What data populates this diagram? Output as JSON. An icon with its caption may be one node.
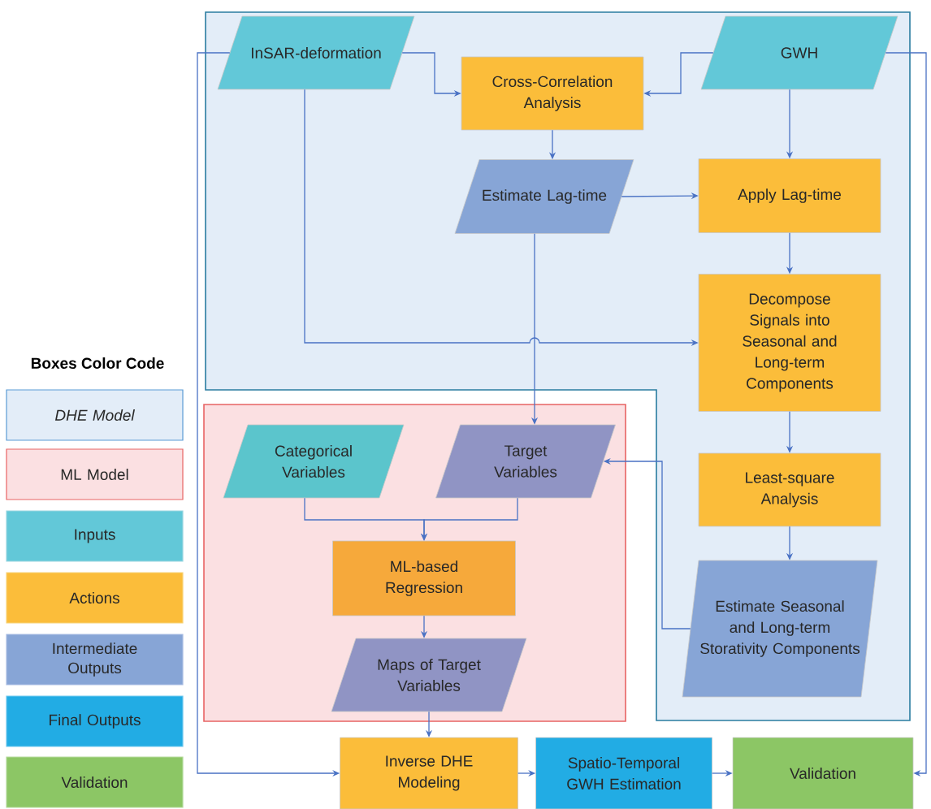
{
  "diagram": {
    "nodes": [
      {
        "text": [],
        "shape": "box"
      },
      {
        "text": [],
        "shape": "box"
      },
      {
        "text": [
          "InSAR-deformation"
        ],
        "in": 0
      },
      {
        "text": [
          "GWH"
        ],
        "in": 0
      },
      {
        "text": [
          "Cross-Correlation Analysis"
        ],
        "in": 0
      },
      {
        "text": [
          "Estimate Lag-time"
        ],
        "in": 0
      },
      {
        "text": [
          "Apply Lag-time"
        ],
        "in": 0
      },
      {
        "text": [
          "Decompose Signals into Seasonal and Long-term Components"
        ],
        "in": 0
      },
      {
        "text": [
          "Least-square Analysis"
        ],
        "in": 0
      },
      {
        "text": [
          "Estimate Seasonal and Long-term Storativity Components"
        ],
        "in": 0
      },
      {
        "text": [
          "Categorical Variables"
        ],
        "in": 1
      },
      {
        "text": [
          "Target Variables"
        ],
        "in": 1
      },
      {
        "text": [
          "ML-based Regression"
        ],
        "in": 1
      },
      {
        "text": [
          "Maps of Target Variables"
        ],
        "in": 1
      },
      {
        "text": [
          "Inverse DHE Modeling"
        ]
      },
      {
        "text": [
          "Spatio-Temporal GWH Estimation"
        ]
      },
      {
        "text": [
          "Validation"
        ]
      }
    ],
    "edges": [
      {
        "from": 2,
        "to": 4,
        "arrow": "to"
      },
      {
        "from": 3,
        "to": 4,
        "arrow": "to"
      },
      {
        "from": 4,
        "to": 5,
        "arrow": "to"
      },
      {
        "from": 3,
        "to": 6,
        "arrow": "to"
      },
      {
        "from": 5,
        "to": 6,
        "arrow": "to"
      },
      {
        "from": 6,
        "to": 7,
        "arrow": "to"
      },
      {
        "from": 2,
        "to": 7,
        "arrow": "to"
      },
      {
        "from": 5,
        "to": 11,
        "arrow": "to"
      },
      {
        "from": 7,
        "to": 8,
        "arrow": "to"
      },
      {
        "from": 8,
        "to": 9,
        "arrow": "to"
      },
      {
        "from": 9,
        "to": 11,
        "arrow": "to"
      },
      {
        "from": 10,
        "to": 12,
        "arrow": "to"
      },
      {
        "from": 11,
        "to": 12,
        "arrow": "to"
      },
      {
        "from": 12,
        "to": 13,
        "arrow": "to"
      },
      {
        "from": 13,
        "to": 14,
        "arrow": "to"
      },
      {
        "from": 2,
        "to": 14,
        "arrow": "to"
      },
      {
        "from": 14,
        "to": 15,
        "arrow": "to"
      },
      {
        "from": 15,
        "to": 16,
        "arrow": "to"
      },
      {
        "from": 3,
        "to": 16,
        "arrow": "to"
      }
    ],
    "labels": [
      "Boxes Color Code"
    ],
    "legend": [
      {
        "text": "DHE Model",
        "color": "#e3edf8"
      },
      {
        "text": "ML Model",
        "color": "#fbe0e2"
      },
      {
        "text": "Inputs",
        "color": "#62c8d8"
      },
      {
        "text": "Actions",
        "color": "#fbbd3a"
      },
      {
        "text": "Intermediate Outputs",
        "color": "#87a5d6"
      },
      {
        "text": "Final Outputs",
        "color": "#22ace4"
      },
      {
        "text": "Validation",
        "color": "#8cc665"
      }
    ]
  }
}
